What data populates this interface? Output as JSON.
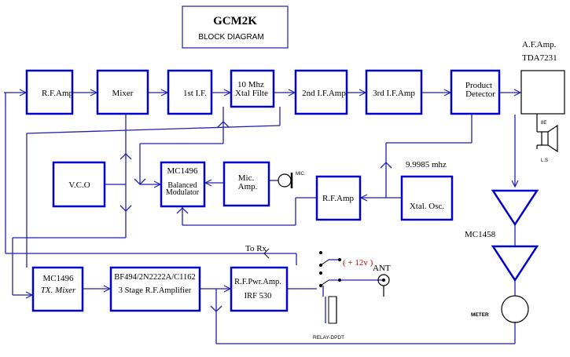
{
  "title": {
    "main": "GCM2K",
    "sub": "BLOCK DIAGRAM"
  },
  "colors": {
    "wire": "#1f1fb3",
    "box": "#0000cc",
    "relay_text": "#cc0000",
    "ink": "#000000"
  },
  "blocks": {
    "rf_amp": "R.F.Amp",
    "mixer": "Mixer",
    "first_if": "1st I.F.",
    "xtal_filter_l1": "10 Mhz",
    "xtal_filter_l2": "Xtal Filte",
    "second_if": "2nd I.F.Amp",
    "third_if": "3rd I.F.Amp",
    "product_detector_l1": "Product",
    "product_detector_l2": "Detector",
    "vco": "V.C.O",
    "bal_mod_l1": "MC1496",
    "bal_mod_l2": "Balanced",
    "bal_mod_l3": "Modulator",
    "mic_amp_l1": "Mic.",
    "mic_amp_l2": "Amp.",
    "carrier_rf_amp": "R.F.Amp",
    "xtal_osc": "Xtal. Osc.",
    "tx_mixer_l1": "MC1496",
    "tx_mixer_l2": "TX. Mixer",
    "three_stage_l1": "BF494/2N2222A/C1162",
    "three_stage_l2": "3 Stage R.F.Amplifier",
    "rf_pwr_amp_l1": "R.F.Pwr.Amp.",
    "rf_pwr_amp_l2": "IRF 530"
  },
  "labels": {
    "af_amp_l1": "A.F.Amp.",
    "af_amp_l2": "TDA7231",
    "mic": "MIC.",
    "xtal_freq": "9.9985 mhz",
    "mc1458": "MC1458",
    "to_rx": "To Rx",
    "supply": "( + 12v )",
    "ant": "ANT",
    "relay": "RELAY-DPDT",
    "meter": "METER",
    "ls": "L.S",
    "speaker_mark": "8E"
  }
}
